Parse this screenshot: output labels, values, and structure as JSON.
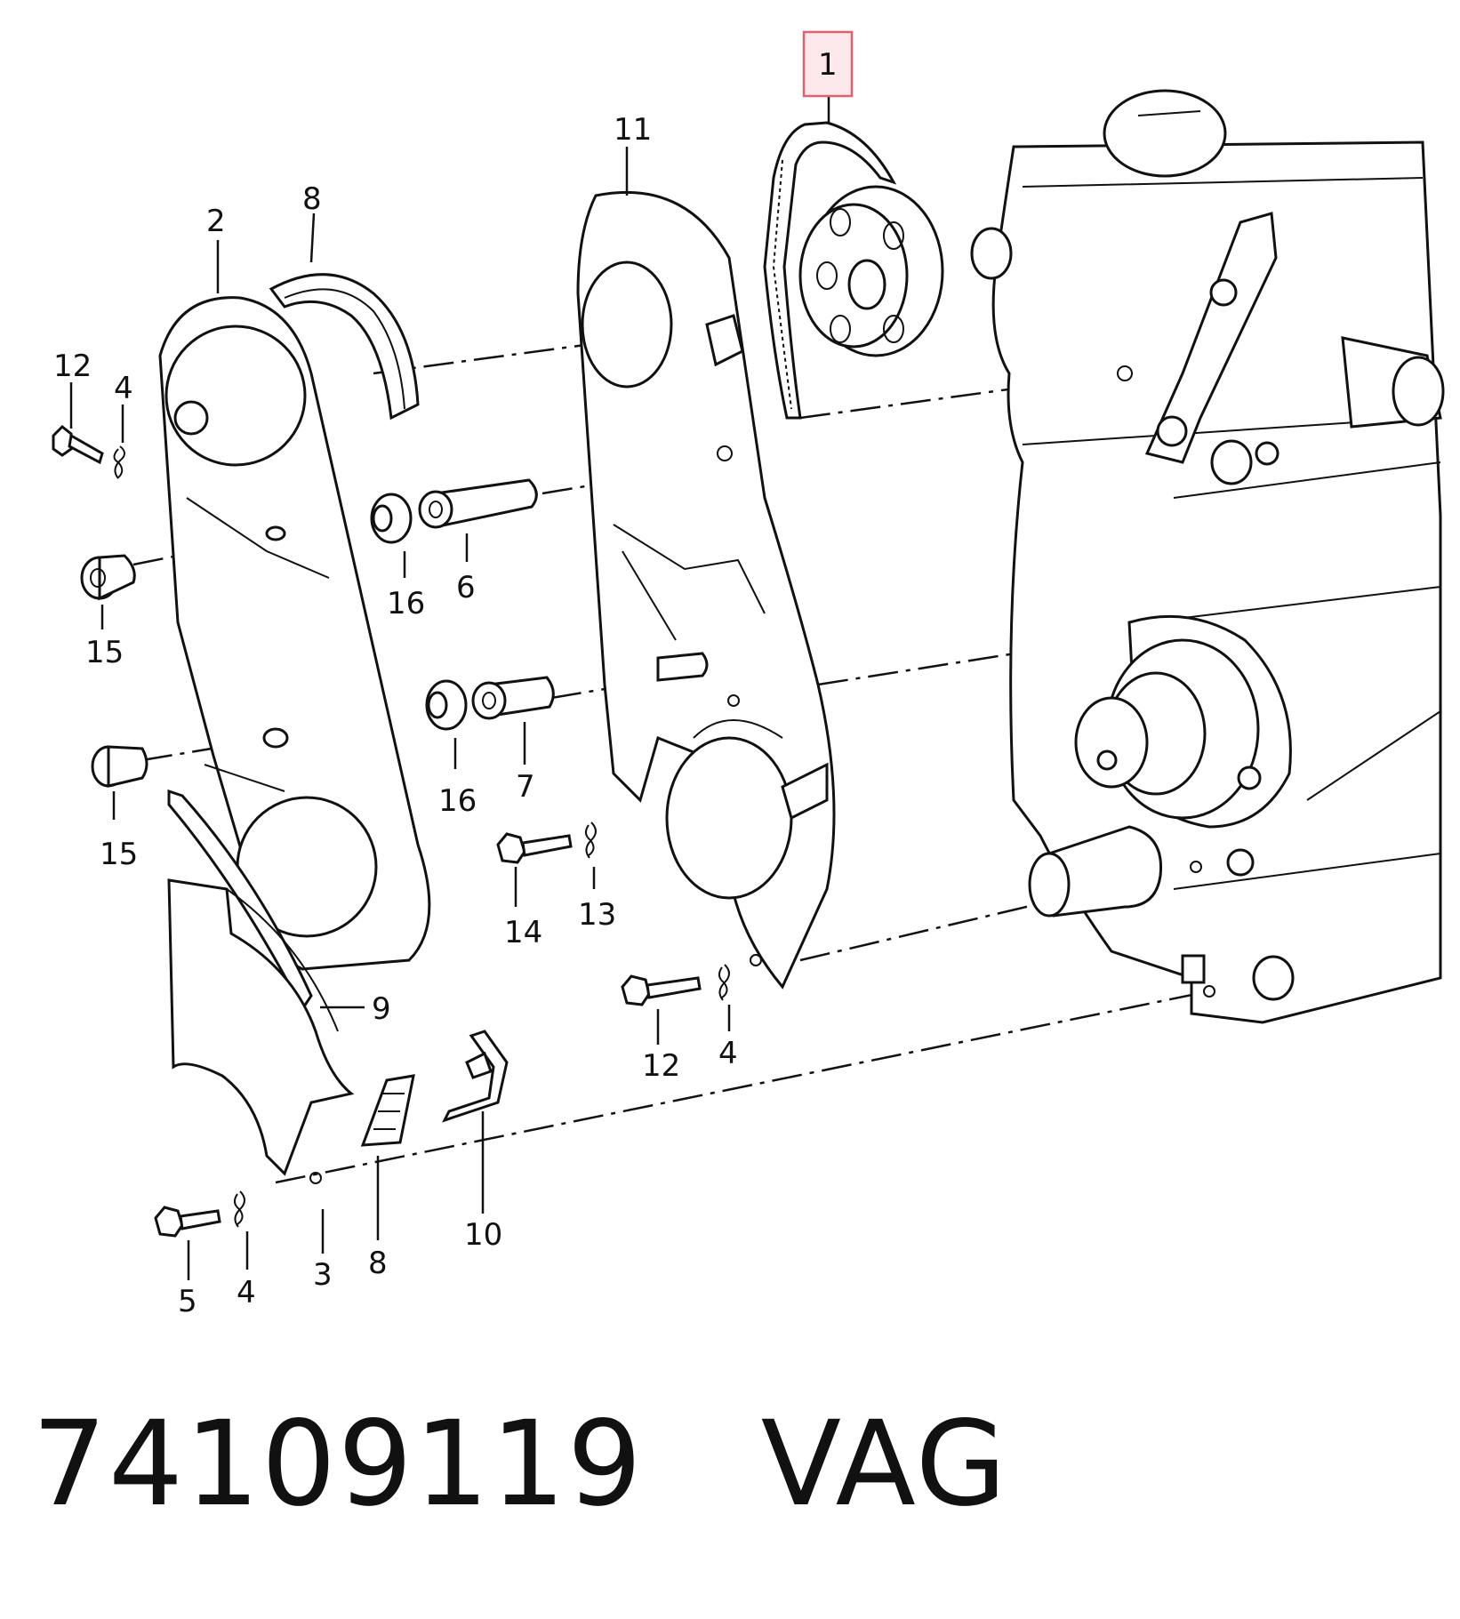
{
  "diagram": {
    "callouts": {
      "c1": "1",
      "c2": "2",
      "c3": "3",
      "c4a": "4",
      "c4b": "4",
      "c4c": "4",
      "c5": "5",
      "c6": "6",
      "c7": "7",
      "c8a": "8",
      "c8b": "8",
      "c9": "9",
      "c10": "10",
      "c11": "11",
      "c12a": "12",
      "c12b": "12",
      "c13": "13",
      "c14": "14",
      "c15a": "15",
      "c15b": "15",
      "c16a": "16",
      "c16b": "16"
    },
    "highlighted_callout": "1",
    "colors": {
      "highlight_fill": "#fde9ec",
      "highlight_border": "#e0606e",
      "line": "#111111"
    }
  },
  "caption": {
    "part_number": "74109119",
    "brand": "VAG"
  }
}
